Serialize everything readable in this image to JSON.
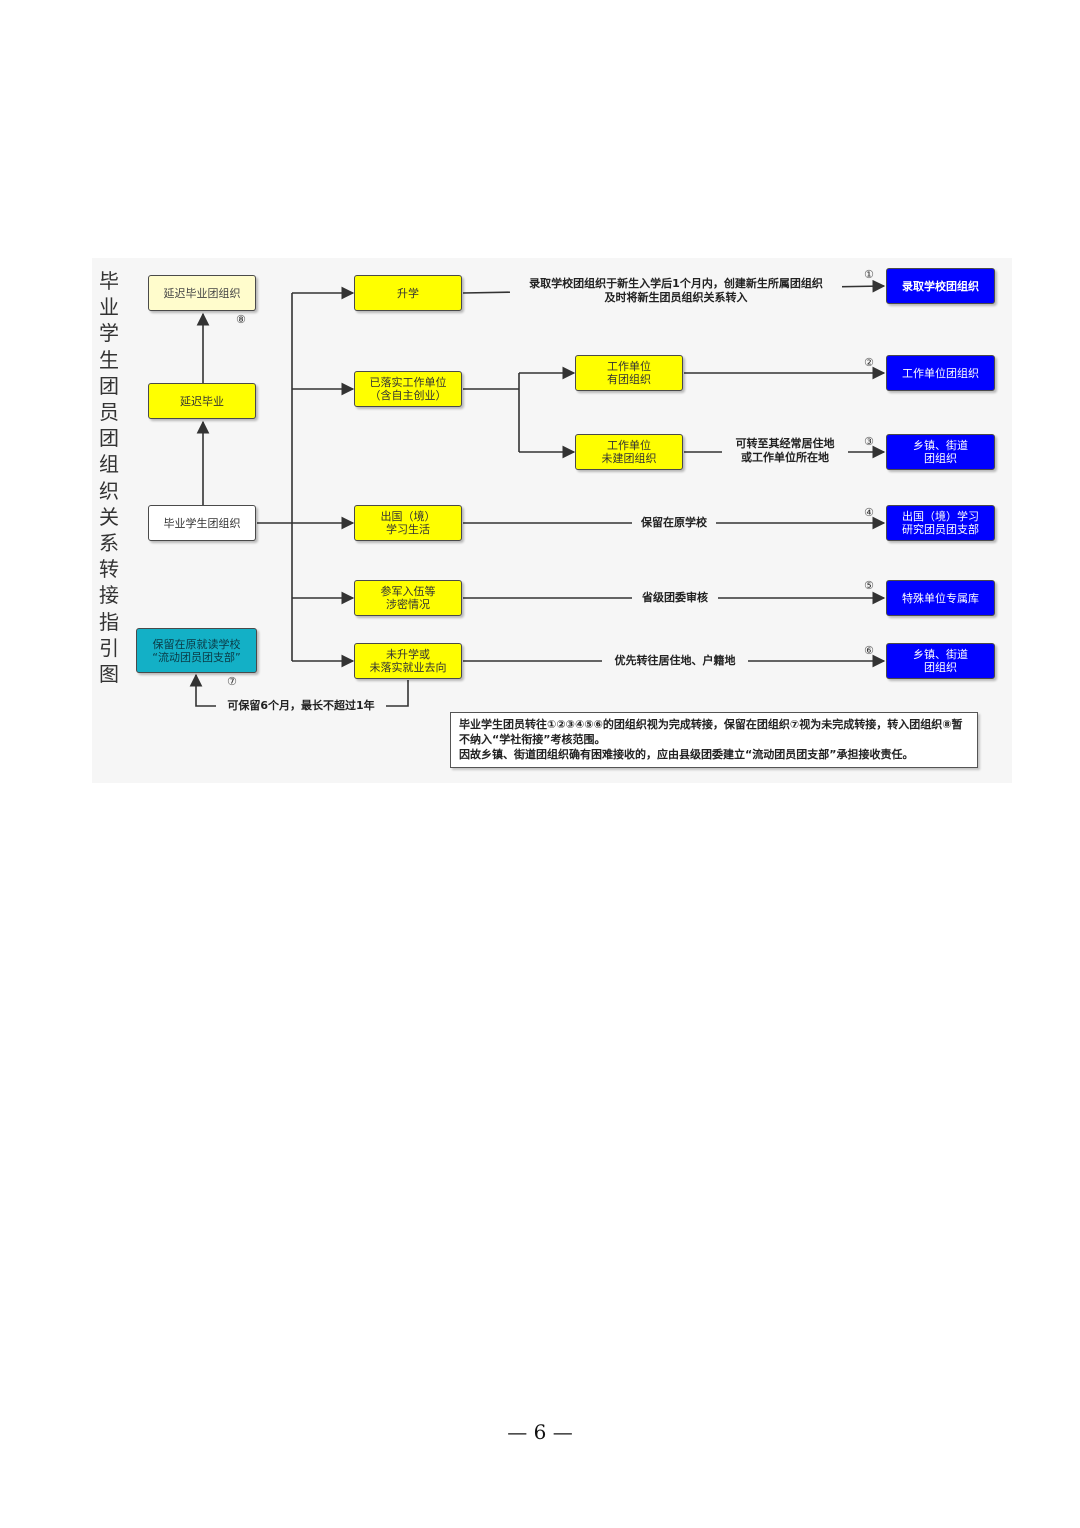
{
  "title": "毕业学生团员团组织关系转接指引图",
  "nodes": {
    "graduate_org": "毕业学生团组织",
    "delayed_graduation": "延迟毕业",
    "delayed_org": "延迟毕业团组织",
    "keep_school": "保留在原就读学校\n“流动团员团支部”",
    "further_study": "升学",
    "employed": "已落实工作单位\n（含自主创业）",
    "employer_has_org": "工作单位\n有团组织",
    "employer_no_org": "工作单位\n未建团组织",
    "abroad": "出国（境）\n学习生活",
    "military": "参军入伍等\n涉密情况",
    "unsettled": "未升学或\n未落实就业去向",
    "dest_school": "录取学校团组织",
    "dest_employer": "工作单位团组织",
    "dest_town_3": "乡镇、街道\n团组织",
    "dest_abroad": "出国（境）学习\n研究团员团支部",
    "dest_special": "特殊单位专属库",
    "dest_town_6": "乡镇、街道\n团组织"
  },
  "edge_labels": {
    "school": "录取学校团组织于新生入学后1个月内，创建新生所属团组织\n及时将新生团员组织关系转入",
    "no_org": "可转至其经常居住地\n或工作单位所在地",
    "abroad": "保留在原学校",
    "military": "省级团委审核",
    "unsettled": "优先转往居住地、户籍地",
    "keep": "可保留6个月，最长不超过1年"
  },
  "markers": {
    "m1": "①",
    "m2": "②",
    "m3": "③",
    "m4": "④",
    "m5": "⑤",
    "m6": "⑥",
    "m7": "⑦",
    "m8": "⑧"
  },
  "note": "毕业学生团员转往①②③④⑤⑥的团组织视为完成转接，保留在团组织⑦视为未完成转接，转入团组织⑧暂不纳入“学社衔接”考核范围。\n因故乡镇、街道团组织确有困难接收的，应由县级团委建立“流动团员团支部”承担接收责任。",
  "page_number": "— 6 —",
  "colors": {
    "yellow": "#ffff00",
    "blue": "#0000ff",
    "teal": "#13b0c6",
    "cream": "#fffccc"
  }
}
